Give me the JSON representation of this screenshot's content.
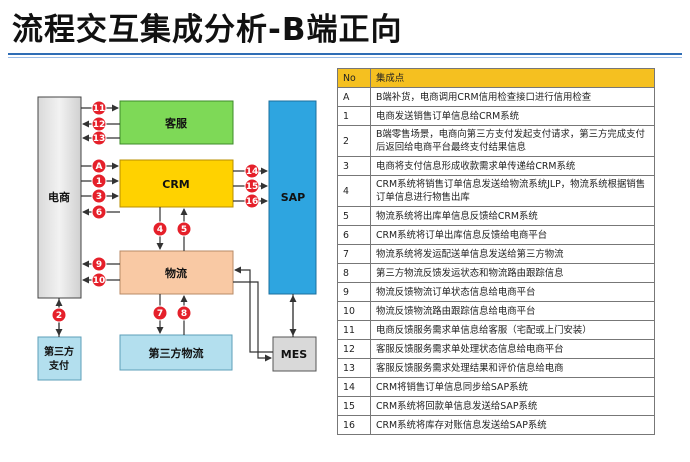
{
  "title": "流程交互集成分析-B端正向",
  "boxes": {
    "ecommerce": "电商",
    "customer_service": "客服",
    "crm": "CRM",
    "sap": "SAP",
    "logistics": "物流",
    "third_party_logistics": "第三方物流",
    "mes": "MES",
    "third_party_payment_line1": "第三方",
    "third_party_payment_line2": "支付"
  },
  "markers": [
    "11",
    "12",
    "13",
    "A",
    "1",
    "3",
    "6",
    "14",
    "15",
    "16",
    "4",
    "5",
    "9",
    "10",
    "7",
    "8",
    "2"
  ],
  "table": {
    "headers": [
      "No",
      "集成点"
    ],
    "rows": [
      {
        "no": "A",
        "desc": "B端补货，电商调用CRM信用检查接口进行信用检查"
      },
      {
        "no": "1",
        "desc": "电商发送销售订单信息给CRM系统"
      },
      {
        "no": "2",
        "desc": "B端零售场景，电商向第三方支付发起支付请求，第三方完成支付后返回给电商平台最终支付结果信息"
      },
      {
        "no": "3",
        "desc": "电商将支付信息形成收款需求单传递给CRM系统"
      },
      {
        "no": "4",
        "desc": "CRM系统将销售订单信息发送给物流系统JLP，物流系统根据销售订单信息进行物售出库"
      },
      {
        "no": "5",
        "desc": "物流系统将出库单信息反馈给CRM系统"
      },
      {
        "no": "6",
        "desc": "CRM系统将订单出库信息反馈给电商平台"
      },
      {
        "no": "7",
        "desc": "物流系统将发运配送单信息发送给第三方物流"
      },
      {
        "no": "8",
        "desc": "第三方物流反馈发运状态和物流路由跟踪信息"
      },
      {
        "no": "9",
        "desc": "物流反馈物流订单状态信息给电商平台"
      },
      {
        "no": "10",
        "desc": "物流反馈物流路由跟踪信息给电商平台"
      },
      {
        "no": "11",
        "desc": "电商反馈服务需求单信息给客服（宅配或上门安装）"
      },
      {
        "no": "12",
        "desc": "客服反馈服务需求单处理状态信息给电商平台"
      },
      {
        "no": "13",
        "desc": "客服反馈服务需求处理结果和评价信息给电商"
      },
      {
        "no": "14",
        "desc": "CRM将销售订单信息同步给SAP系统"
      },
      {
        "no": "15",
        "desc": "CRM系统将回款单信息发送给SAP系统"
      },
      {
        "no": "16",
        "desc": "CRM系统将库存对账信息发送给SAP系统"
      }
    ]
  }
}
